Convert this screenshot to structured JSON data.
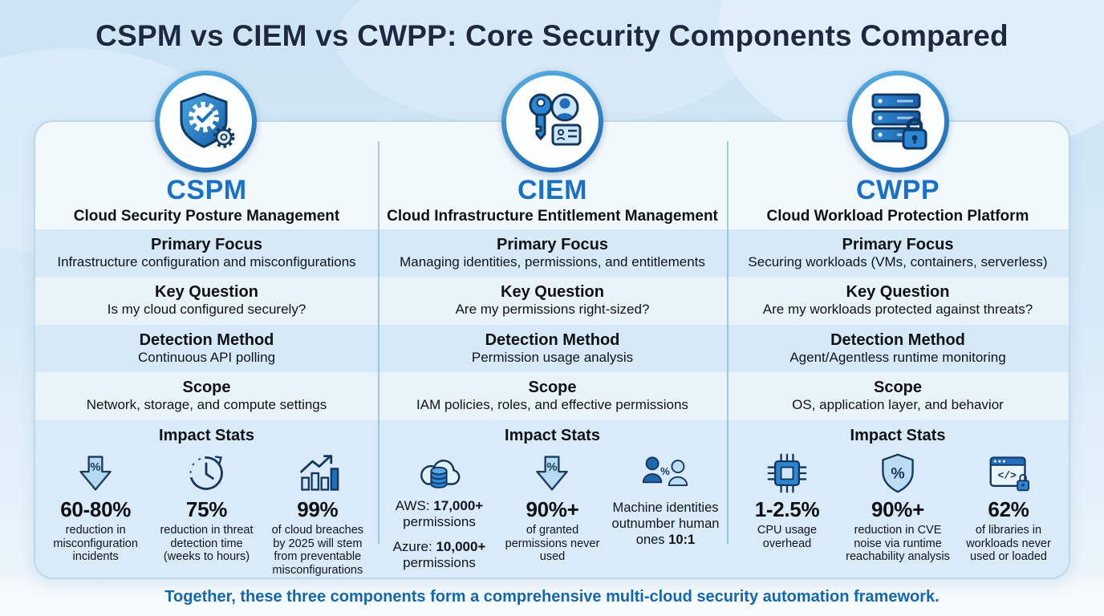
{
  "title": "CSPM vs CIEM vs CWPP: Core Security Components Compared",
  "footer": "Together, these three components form a comprehensive multi-cloud security automation framework.",
  "row_labels": {
    "primary_focus": "Primary Focus",
    "key_question": "Key Question",
    "detection_method": "Detection Method",
    "scope": "Scope",
    "impact_stats": "Impact Stats"
  },
  "colors": {
    "accent": "#1a70c6",
    "navy": "#1d2940",
    "footer_blue": "#1566b0",
    "band_dark": "#d6e9f7",
    "band_light": "#e9f3fa",
    "impact_band": "#d9ebf8",
    "card_bg": "#f2f9fd",
    "card_border": "#bdd8ea",
    "divider": "#7fb6da",
    "page_bg_top": "#cbe3f3"
  },
  "columns": [
    {
      "acronym": "CSPM",
      "full_name": "Cloud Security Posture Management",
      "icon": "shield-gear",
      "primary_focus": "Infrastructure configuration and misconfigurations",
      "key_question": "Is my cloud configured securely?",
      "detection_method": "Continuous API polling",
      "scope": "Network, storage, and compute settings",
      "stats": [
        {
          "icon": "arrow-down-percent",
          "value": "60-80%",
          "caption": "reduction in misconfiguration incidents"
        },
        {
          "icon": "clock",
          "value": "75%",
          "caption": "reduction in threat detection time (weeks to hours)"
        },
        {
          "icon": "bar-chart-up",
          "value": "99%",
          "caption": "of cloud breaches by 2025 will stem from preventable misconfigurations"
        }
      ]
    },
    {
      "acronym": "CIEM",
      "full_name": "Cloud Infrastructure Entitlement Management",
      "icon": "key-identity",
      "primary_focus": "Managing identities, permissions, and entitlements",
      "key_question": "Are my permissions right-sized?",
      "detection_method": "Permission usage analysis",
      "scope": "IAM policies, roles, and effective permissions",
      "stats": [
        {
          "icon": "cloud-database",
          "lines": [
            {
              "prefix": "AWS: ",
              "value": "17,000+",
              "unit": "permissions"
            },
            {
              "prefix": "Azure: ",
              "value": "10,000+",
              "unit": "permissions"
            }
          ]
        },
        {
          "icon": "arrow-down-percent",
          "value": "90%+",
          "caption": "of granted permissions never used"
        },
        {
          "icon": "people-percent",
          "caption": "Machine identities outnumber human ones ",
          "caption_bold": "10:1"
        }
      ]
    },
    {
      "acronym": "CWPP",
      "full_name": "Cloud Workload Protection Platform",
      "icon": "server-lock",
      "primary_focus": "Securing workloads (VMs, containers, serverless)",
      "key_question": "Are my workloads protected against threats?",
      "detection_method": "Agent/Agentless runtime monitoring",
      "scope": "OS, application layer, and behavior",
      "stats": [
        {
          "icon": "cpu-chip",
          "value": "1-2.5%",
          "caption": "CPU usage overhead"
        },
        {
          "icon": "shield-percent",
          "value": "90%+",
          "caption": "reduction in CVE noise via runtime reachability analysis"
        },
        {
          "icon": "code-window-lock",
          "value": "62%",
          "caption": "of libraries in workloads never used or loaded"
        }
      ]
    }
  ]
}
